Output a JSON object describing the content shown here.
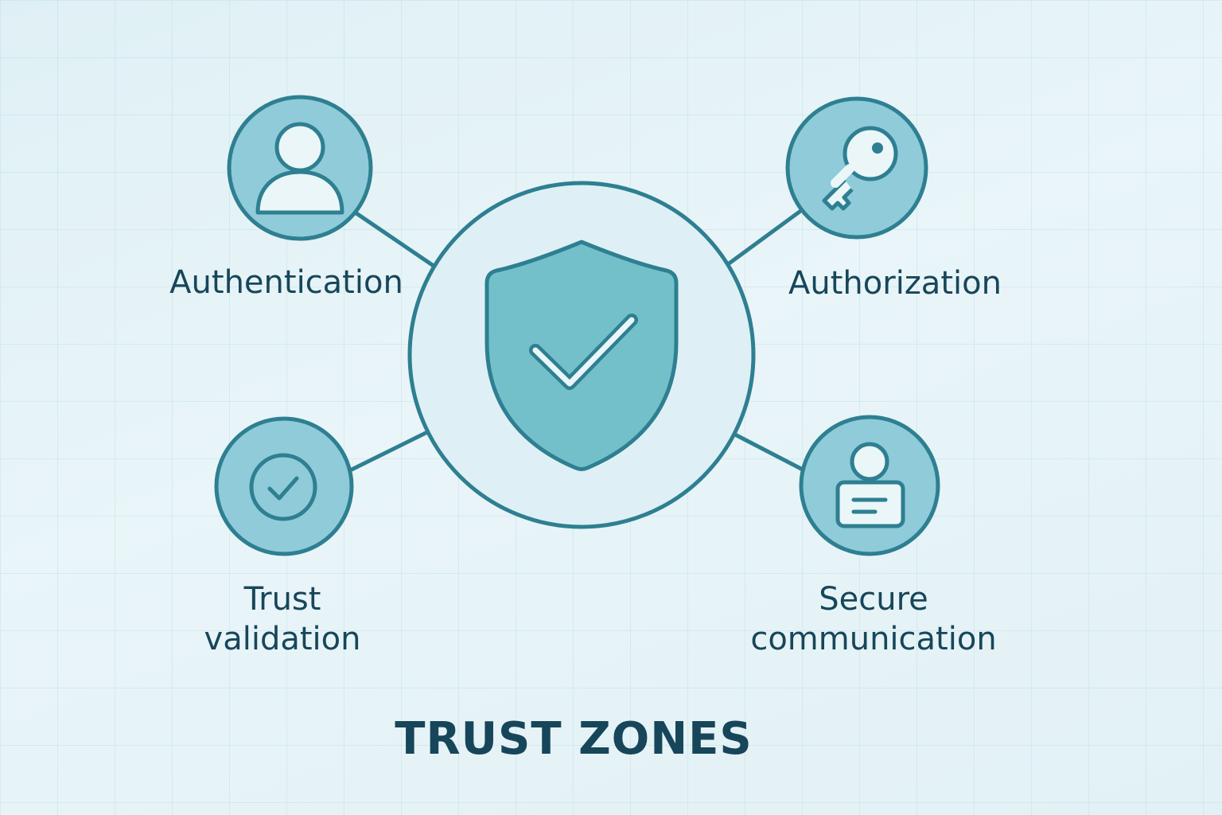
{
  "title": "TRUST ZONES",
  "center": {
    "icon": "shield-check-icon"
  },
  "nodes": [
    {
      "id": "authentication",
      "label": "Authentication",
      "icon": "user-icon"
    },
    {
      "id": "authorization",
      "label": "Authorization",
      "icon": "key-icon"
    },
    {
      "id": "trust_validation",
      "label_lines": [
        "Trust",
        "validation"
      ],
      "icon": "check-circle-icon"
    },
    {
      "id": "secure_communication",
      "label_lines": [
        "Secure",
        "communication"
      ],
      "icon": "id-badge-icon"
    }
  ],
  "colors": {
    "background": "#e6f4f7",
    "node_fill": "#8fcbd8",
    "center_fill": "#def0f5",
    "shield_fill": "#73c0ca",
    "stroke": "#2e7f91",
    "text": "#17465a",
    "icon_light": "#eaf6f8"
  }
}
